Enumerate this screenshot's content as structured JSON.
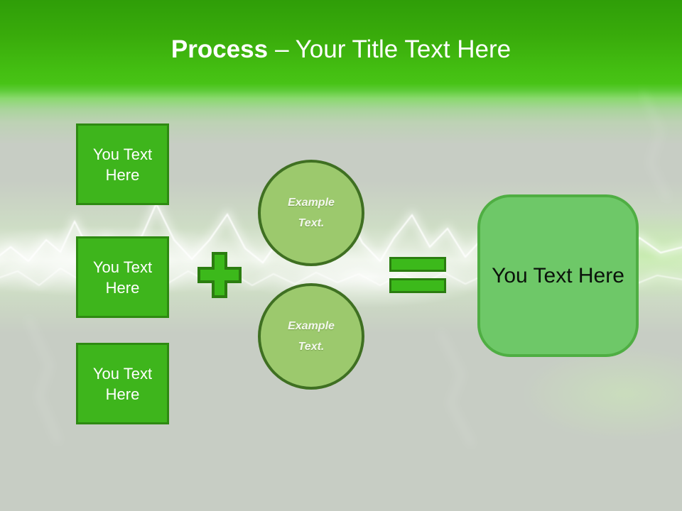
{
  "title": {
    "bold": "Process",
    "rest": "– Your Title Text Here"
  },
  "left_boxes": [
    {
      "label": "You Text Here"
    },
    {
      "label": "You Text Here"
    },
    {
      "label": "You Text Here"
    }
  ],
  "circles": [
    {
      "line1": "Example",
      "line2": "Text."
    },
    {
      "line1": "Example",
      "line2": "Text."
    }
  ],
  "result_box": {
    "label": "You Text Here"
  },
  "colors": {
    "header_green_top": "#2f9e08",
    "header_green_bright": "#44bf12",
    "background": "#c7cdc4",
    "square_fill": "#3eb51c",
    "square_border": "#2e8a12",
    "operator_fill": "#3cb91b",
    "operator_border": "#2b7d10",
    "circle_fill": "#9cc96d",
    "circle_border": "#3f7022",
    "result_fill": "#6ec868",
    "result_border": "#4fae43",
    "title_text": "#ffffff",
    "result_text": "#000000"
  }
}
